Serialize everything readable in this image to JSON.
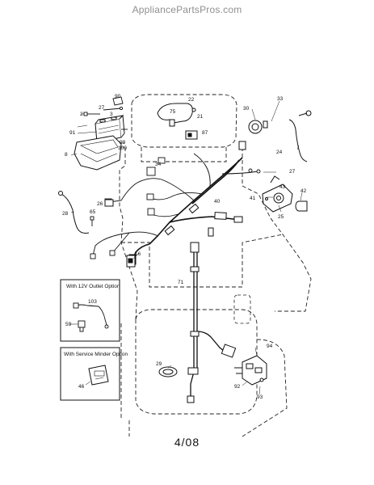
{
  "watermark": "AppliancePartsPros.com",
  "footer": {
    "date_code": "4/08"
  },
  "inset_boxes": [
    {
      "title": "With 12V Outlet Option",
      "parts": [
        "103",
        "59"
      ]
    },
    {
      "title": "With Service Minder Option",
      "parts": [
        "46"
      ]
    }
  ],
  "callouts": [
    "90",
    "2",
    "27",
    "3",
    "91",
    "99",
    "100",
    "8",
    "22",
    "75",
    "21",
    "87",
    "30",
    "33",
    "24",
    "34",
    "27",
    "40",
    "41",
    "43",
    "42",
    "25",
    "28",
    "26",
    "65",
    "16",
    "71",
    "29",
    "94",
    "92",
    "93",
    "103",
    "59",
    "46"
  ]
}
